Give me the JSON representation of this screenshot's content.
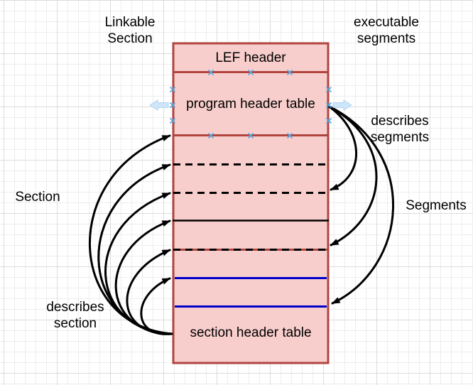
{
  "diagram": {
    "box_rows": {
      "header": "LEF header",
      "program": "program header table",
      "section": "section header table"
    },
    "annotations": {
      "linkable": {
        "line1": "Linkable",
        "line2": "Section"
      },
      "executable": {
        "line1": "executable",
        "line2": "segments"
      },
      "describes_segments": {
        "line1": "describes",
        "line2": "segments"
      },
      "segments": "Segments",
      "section": "Section",
      "describes_section": {
        "line1": "describes",
        "line2": "section"
      }
    },
    "colors": {
      "box_fill": "#f8cecc",
      "box_border": "#b04540",
      "segment_line_blue": "#0000cc",
      "connector_black": "#000000",
      "connection_point_blue": "#56a8e4",
      "direction_arrow_blue": "#cfe6f9"
    }
  }
}
